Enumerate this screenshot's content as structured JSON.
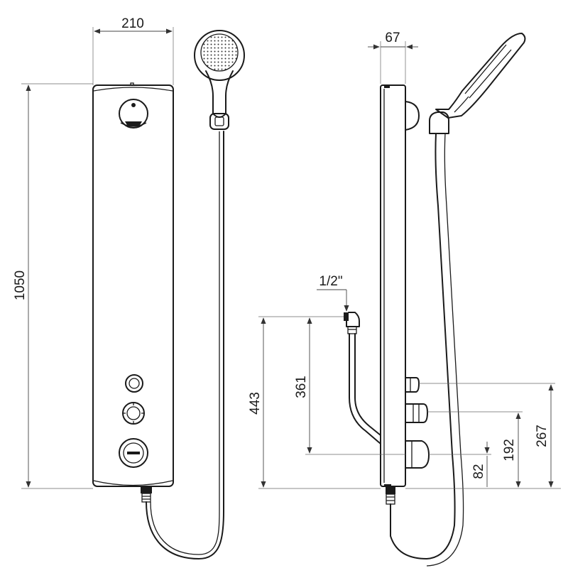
{
  "dimensions": {
    "front_width": "210",
    "front_height": "1050",
    "side_depth": "67",
    "inlet_size": "1/2\"",
    "inlet_height": "443",
    "hose_height": "361",
    "outlet_height_82": "82",
    "outlet_height_192": "192",
    "outlet_height_267": "267"
  }
}
